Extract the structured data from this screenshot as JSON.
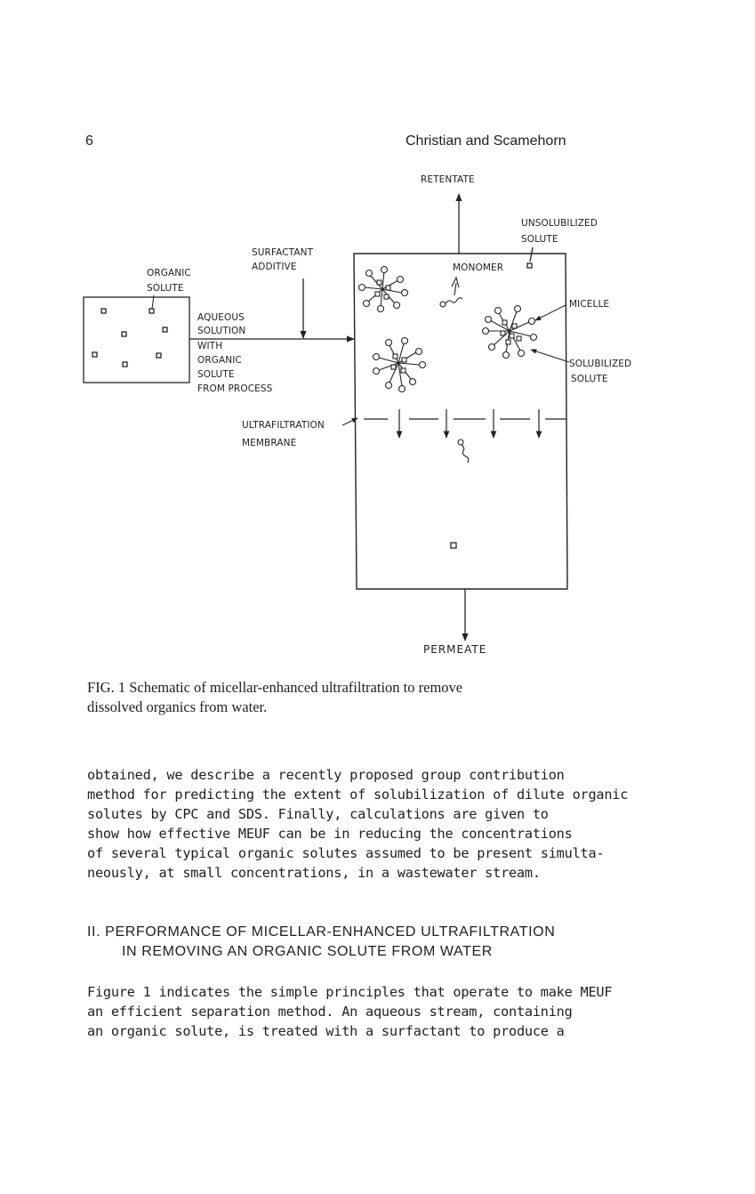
{
  "header": {
    "page_number": "6",
    "running_title": "Christian and Scamehorn"
  },
  "figure": {
    "labels": {
      "retentate": "RETENTATE",
      "unsolubilized_1": "UNSOLUBILIZED",
      "unsolubilized_2": "SOLUTE",
      "surfactant_1": "SURFACTANT",
      "surfactant_2": "ADDITIVE",
      "organic_1": "ORGANIC",
      "organic_2": "SOLUTE",
      "monomer": "MONOMER",
      "micelle": "MICELLE",
      "aqueous_1": "AQUEOUS",
      "aqueous_2": "SOLUTION",
      "aqueous_3": "WITH",
      "aqueous_4": "ORGANIC",
      "aqueous_5": "SOLUTE",
      "aqueous_6": "FROM   PROCESS",
      "solubilized_1": "SOLUBILIZED",
      "solubilized_2": "SOLUTE",
      "membrane_1": "ULTRAFILTRATION",
      "membrane_2": "MEMBRANE",
      "permeate": "PERMEATE"
    },
    "caption_line1": "FIG. 1   Schematic of micellar-enhanced ultrafiltration to remove",
    "caption_line2": "dissolved organics from water."
  },
  "body": {
    "paragraph1": [
      "obtained, we describe a recently proposed group contribution",
      "method for predicting the extent of solubilization of dilute organic",
      "solutes by CPC and SDS.  Finally, calculations are given to",
      "show how effective MEUF can be in reducing the concentrations",
      "of several typical organic solutes assumed to be present simulta-",
      "neously, at small concentrations, in a wastewater stream."
    ],
    "section_heading_line1": "II.  PERFORMANCE OF MICELLAR-ENHANCED ULTRAFILTRATION",
    "section_heading_line2": "IN REMOVING AN ORGANIC SOLUTE FROM WATER",
    "paragraph2": [
      "Figure 1 indicates the simple principles that operate to make MEUF",
      "an efficient separation method.  An aqueous stream, containing",
      "an organic solute, is treated with a surfactant to produce a"
    ]
  }
}
